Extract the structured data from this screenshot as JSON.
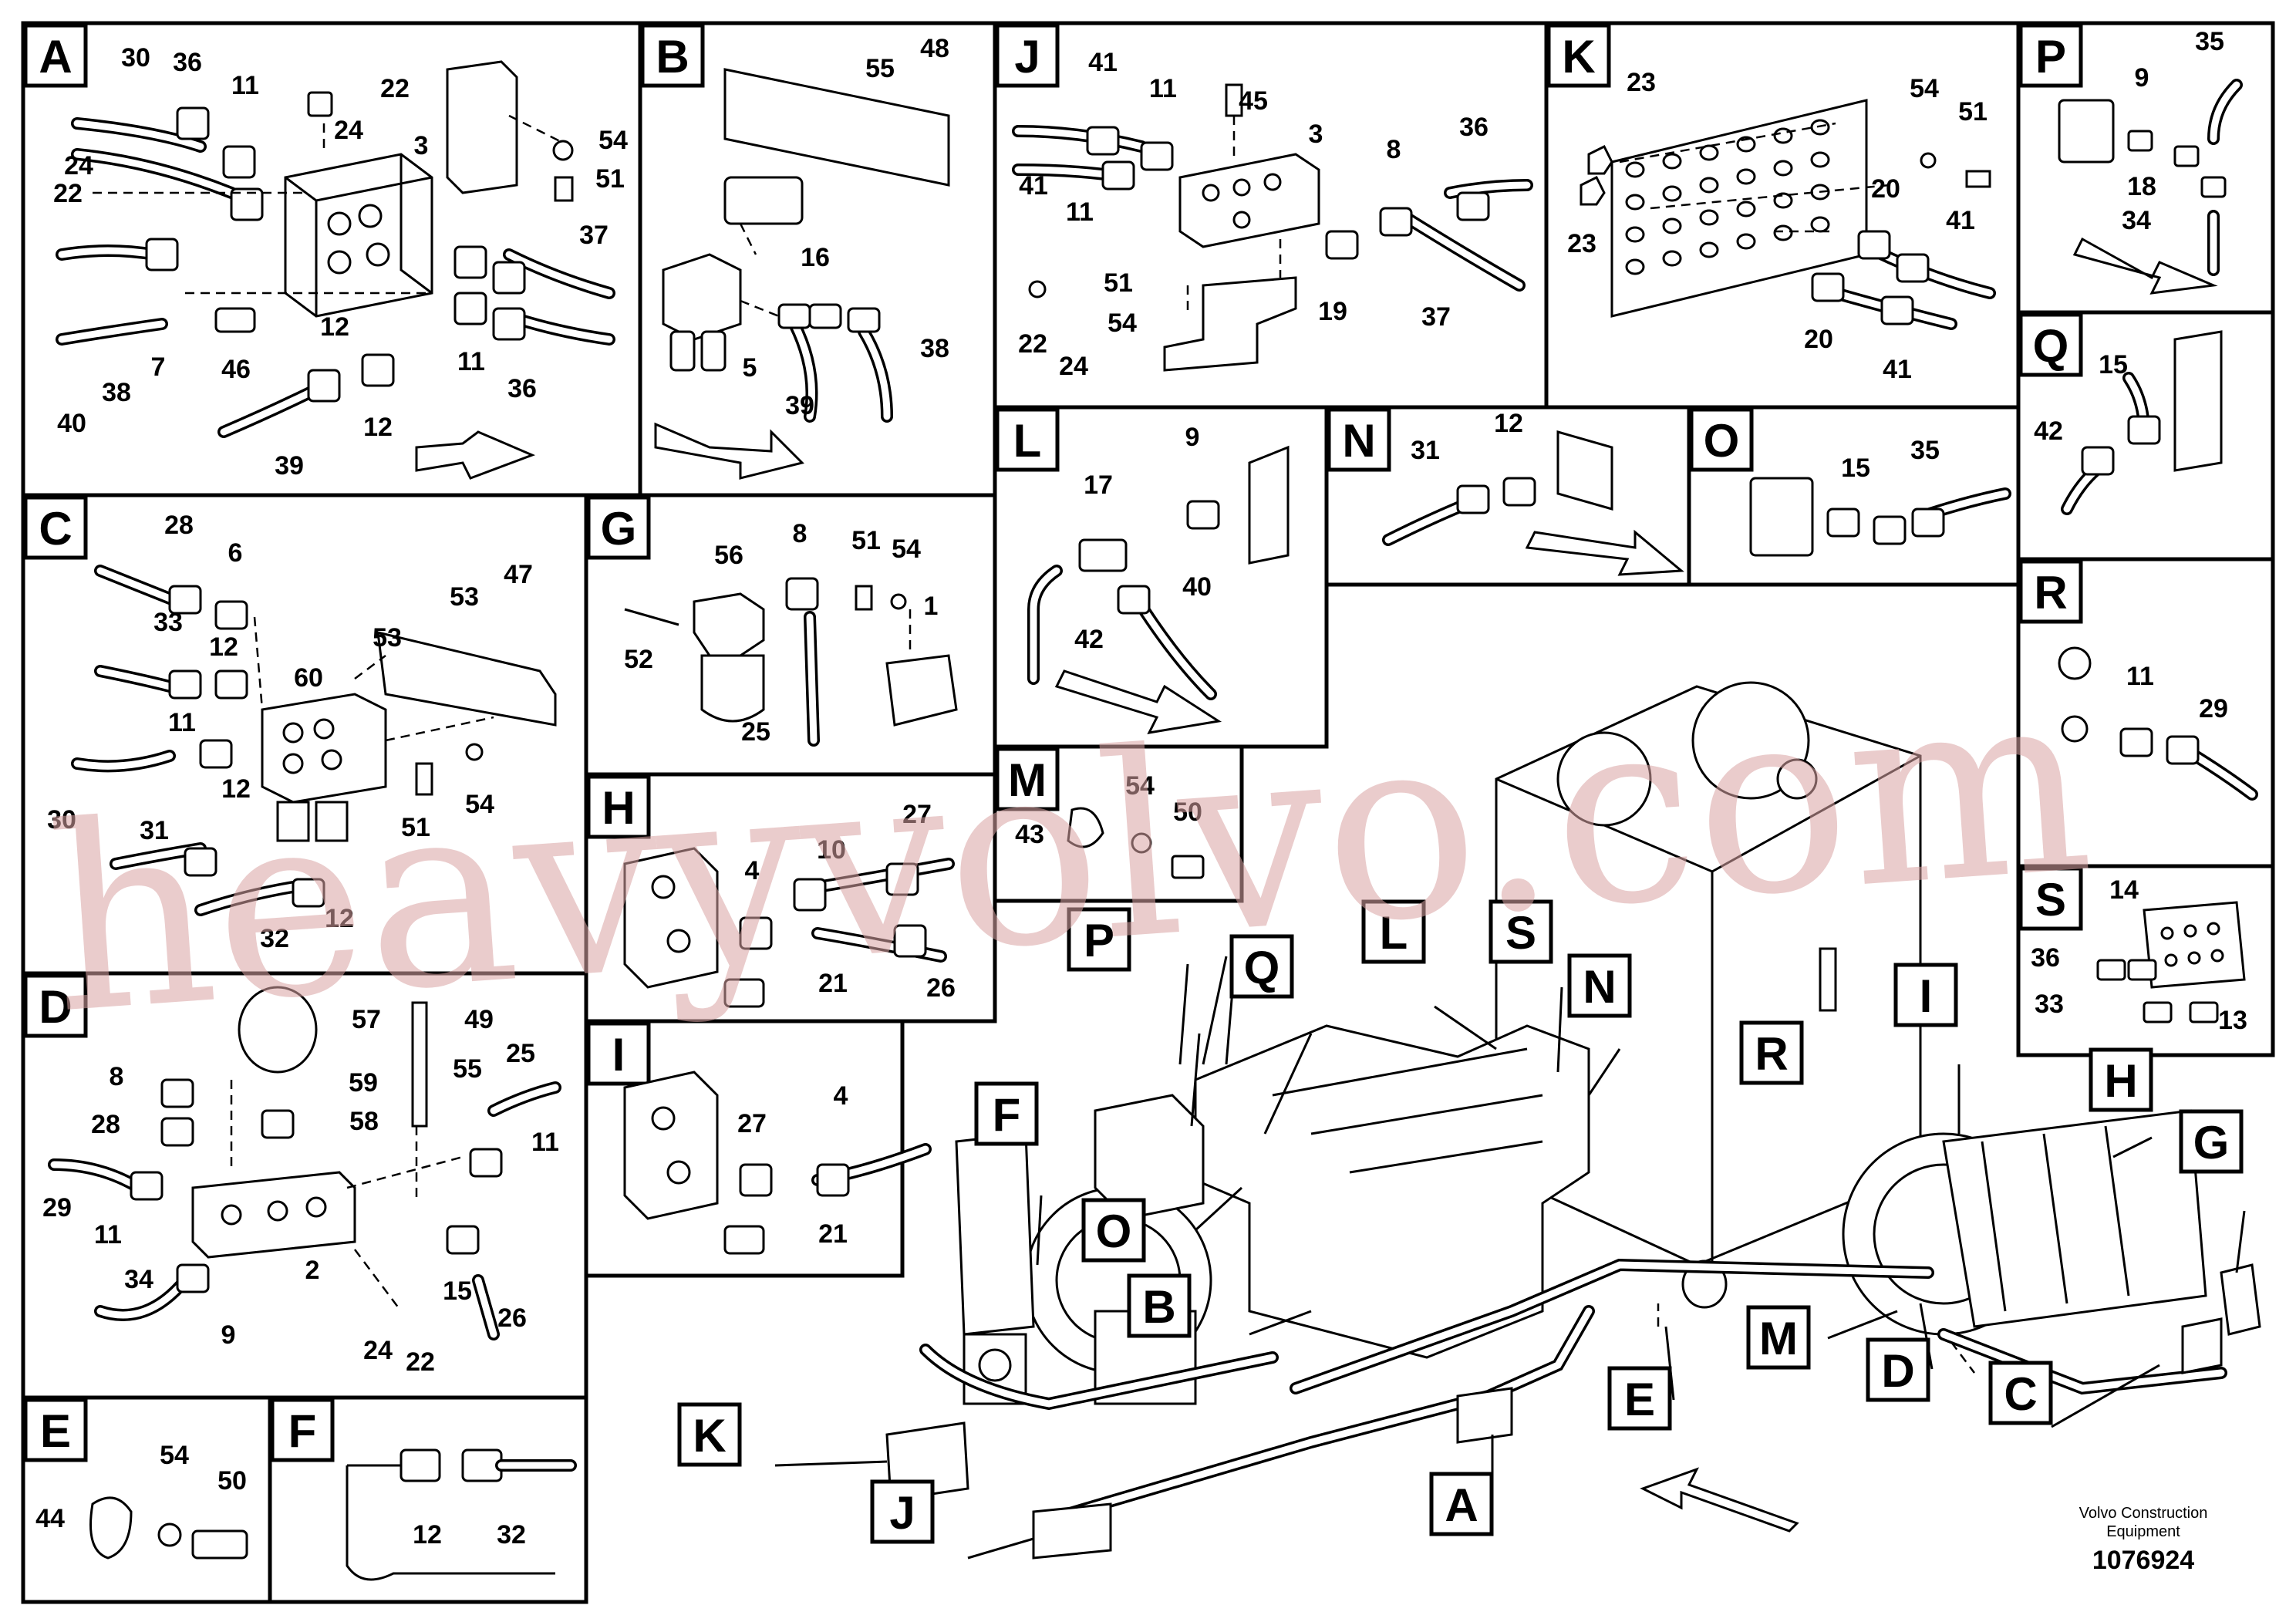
{
  "panels": [
    {
      "id": "A",
      "label": "A",
      "callouts": [
        "30",
        "36",
        "11",
        "22",
        "24",
        "3",
        "54",
        "51",
        "22",
        "24",
        "37",
        "12",
        "7",
        "46",
        "11",
        "36",
        "38",
        "40",
        "39",
        "12"
      ]
    },
    {
      "id": "B",
      "label": "B",
      "callouts": [
        "55",
        "48",
        "16",
        "5",
        "38",
        "39"
      ]
    },
    {
      "id": "C",
      "label": "C",
      "callouts": [
        "28",
        "6",
        "33",
        "12",
        "53",
        "47",
        "60",
        "53",
        "11",
        "12",
        "30",
        "31",
        "51",
        "54",
        "32",
        "12"
      ]
    },
    {
      "id": "D",
      "label": "D",
      "callouts": [
        "57",
        "49",
        "8",
        "59",
        "55",
        "25",
        "28",
        "58",
        "11",
        "29",
        "11",
        "2",
        "15",
        "26",
        "34",
        "9",
        "24",
        "22"
      ]
    },
    {
      "id": "E",
      "label": "E",
      "callouts": [
        "54",
        "50",
        "44"
      ]
    },
    {
      "id": "F",
      "label": "F",
      "callouts": [
        "12",
        "32"
      ]
    },
    {
      "id": "G",
      "label": "G",
      "callouts": [
        "56",
        "8",
        "51",
        "54",
        "1",
        "52",
        "25"
      ]
    },
    {
      "id": "H",
      "label": "H",
      "callouts": [
        "27",
        "4",
        "10",
        "21",
        "26"
      ]
    },
    {
      "id": "I",
      "label": "I",
      "callouts": [
        "27",
        "4",
        "21"
      ]
    },
    {
      "id": "J",
      "label": "J",
      "callouts": [
        "41",
        "11",
        "45",
        "3",
        "8",
        "36",
        "41",
        "11",
        "51",
        "54",
        "19",
        "37",
        "22",
        "24"
      ]
    },
    {
      "id": "K",
      "label": "K",
      "callouts": [
        "23",
        "54",
        "51",
        "23",
        "20",
        "41",
        "20",
        "41"
      ]
    },
    {
      "id": "L",
      "label": "L",
      "callouts": [
        "9",
        "17",
        "40",
        "42"
      ]
    },
    {
      "id": "M",
      "label": "M",
      "callouts": [
        "54",
        "50",
        "43"
      ]
    },
    {
      "id": "N",
      "label": "N",
      "callouts": [
        "12",
        "31"
      ]
    },
    {
      "id": "O",
      "label": "O",
      "callouts": [
        "15",
        "35"
      ]
    },
    {
      "id": "P",
      "label": "P",
      "callouts": [
        "35",
        "9",
        "18",
        "34"
      ]
    },
    {
      "id": "Q",
      "label": "Q",
      "callouts": [
        "15",
        "42"
      ]
    },
    {
      "id": "R",
      "label": "R",
      "callouts": [
        "11",
        "29"
      ]
    },
    {
      "id": "S",
      "label": "S",
      "callouts": [
        "14",
        "36",
        "33",
        "13"
      ]
    }
  ],
  "overview_labels": [
    "P",
    "Q",
    "L",
    "S",
    "N",
    "F",
    "O",
    "B",
    "I",
    "H",
    "R",
    "G",
    "E",
    "M",
    "D",
    "C",
    "K",
    "J",
    "A"
  ],
  "footer": {
    "brand_line1": "Volvo Construction",
    "brand_line2": "Equipment",
    "doc_number": "1076924"
  },
  "watermark": "heavyvolvo.com"
}
